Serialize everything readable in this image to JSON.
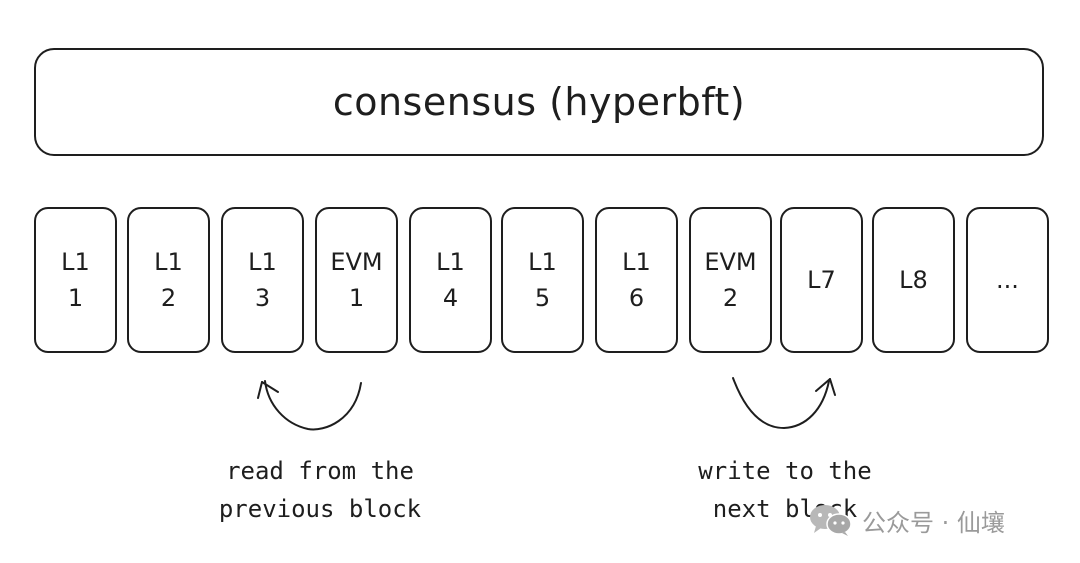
{
  "consensus": {
    "label": "consensus (hyperbft)"
  },
  "blocks": [
    {
      "line1": "L1",
      "line2": "1"
    },
    {
      "line1": "L1",
      "line2": "2"
    },
    {
      "line1": "L1",
      "line2": "3"
    },
    {
      "line1": "EVM",
      "line2": "1"
    },
    {
      "line1": "L1",
      "line2": "4"
    },
    {
      "line1": "L1",
      "line2": "5"
    },
    {
      "line1": "L1",
      "line2": "6"
    },
    {
      "line1": "EVM",
      "line2": "2"
    },
    {
      "line1": "L7",
      "line2": ""
    },
    {
      "line1": "L8",
      "line2": ""
    },
    {
      "line1": "...",
      "line2": ""
    }
  ],
  "annotations": {
    "read": "read from the\nprevious block",
    "write": "write to the\nnext block"
  },
  "watermark": {
    "icon": "wechat-icon",
    "text": "公众号 · 仙壤"
  }
}
